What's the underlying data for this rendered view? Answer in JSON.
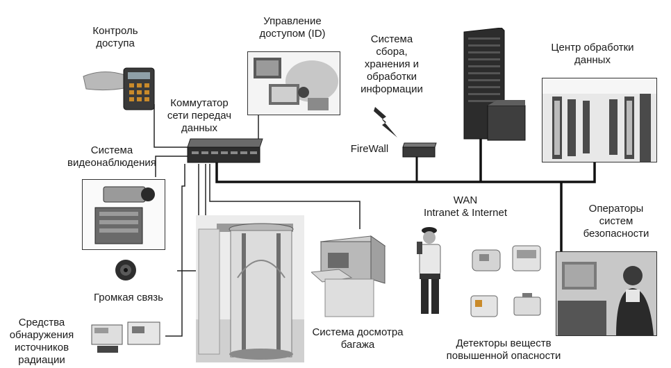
{
  "labels": {
    "access_control": "Контроль\nдоступа",
    "access_management": "Управление\nдоступом (ID)",
    "data_system": "Система\nсбора,\nхранения и\nобработки\nинформации",
    "data_center": "Центр обработки\nданных",
    "network_switch": "Коммутатор\nсети передач\nданных",
    "video_surveillance": "Система\nвидеонаблюдения",
    "firewall": "FireWall",
    "wan": "WAN\nIntranet & Internet",
    "security_operators": "Операторы\nсистем\nбезопасности",
    "loudspeaker": "Громкая  связь",
    "baggage_screening": "Система досмотра\nбагажа",
    "hazard_detectors": "Детекторы веществ\nповышенной опасности",
    "radiation_detectors": "Средства\nобнаружения\nисточников\nрадиации"
  }
}
